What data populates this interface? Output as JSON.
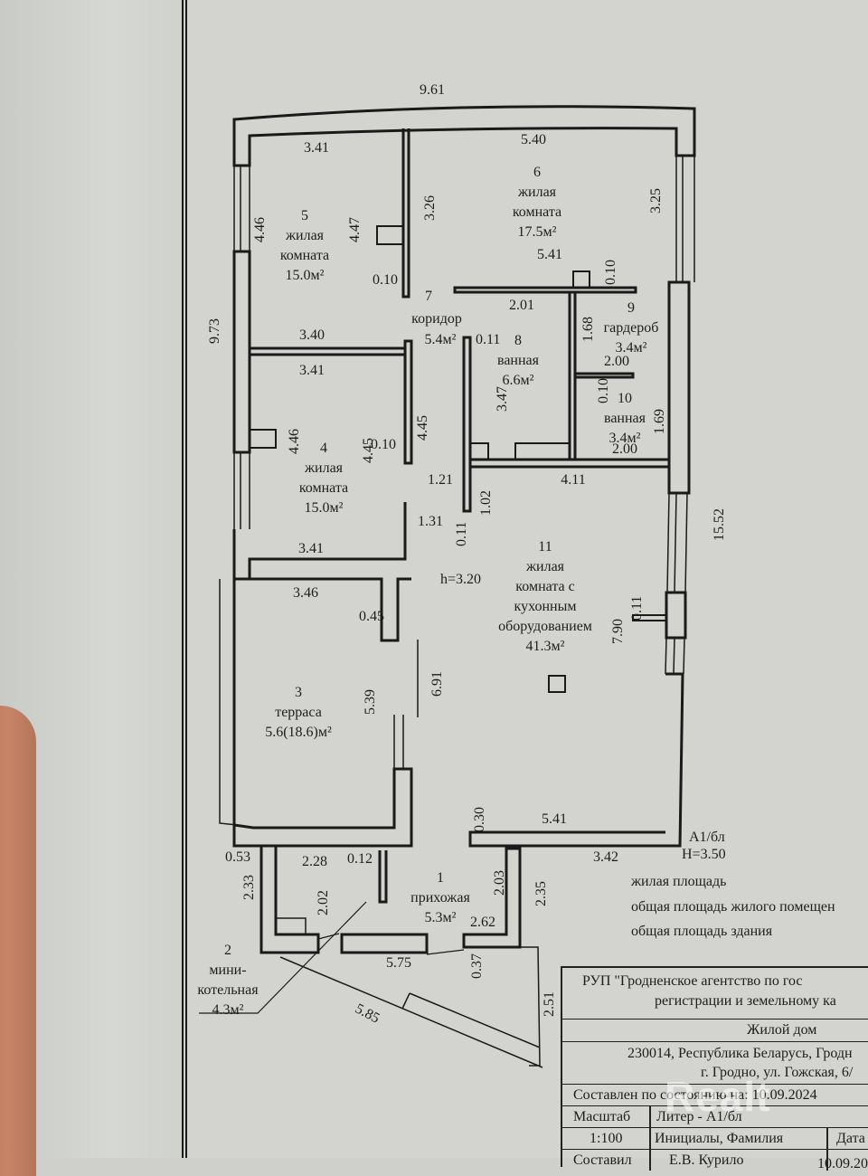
{
  "plan": {
    "overall_dims": {
      "top_width": "9.61",
      "left_height": "9.73",
      "right_height": "15.52"
    },
    "rooms": [
      {
        "number": "1",
        "name": "прихожая",
        "area": "5.3м²"
      },
      {
        "number": "2",
        "name_line1": "мини-",
        "name_line2": "котельная",
        "area": "4.3м²"
      },
      {
        "number": "3",
        "name": "терраса",
        "area": "5.6(18.6)м²"
      },
      {
        "number": "4",
        "name_line1": "жилая",
        "name_line2": "комната",
        "area": "15.0м²"
      },
      {
        "number": "5",
        "name_line1": "жилая",
        "name_line2": "комната",
        "area": "15.0м²"
      },
      {
        "number": "6",
        "name_line1": "жилая",
        "name_line2": "комната",
        "area": "17.5м²"
      },
      {
        "number": "7",
        "name": "коридор",
        "area": "5.4м²"
      },
      {
        "number": "8",
        "name": "ванная",
        "area": "6.6м²"
      },
      {
        "number": "9",
        "name": "гардероб",
        "area": "3.4м²"
      },
      {
        "number": "10",
        "name": "ванная",
        "area": "3.4м²"
      },
      {
        "number": "11",
        "name_line1": "жилая",
        "name_line2": "комната с",
        "name_line3": "кухонным",
        "name_line4": "оборудованием",
        "area": "41.3м²"
      }
    ],
    "dimensions": {
      "r5_top": "3.41",
      "r5_left": "4.46",
      "r5_right": "4.47",
      "r5_wall": "0.10",
      "r6_top": "5.40",
      "r6_left": "3.26",
      "r6_right": "3.25",
      "r6_bottom": "5.41",
      "r6_wall": "0.10",
      "r7_a": "2.01",
      "r7_wall": "0.11",
      "r7_b": "1.21",
      "r7_c": "1.31",
      "r7_d": "1.02",
      "r7_e": "0.11",
      "r8_height": "3.47",
      "r9_side": "1.68",
      "r9_bottom": "2.00",
      "r10_wall": "0.10",
      "r10_side": "1.69",
      "r10_bottom": "2.00",
      "r4_top_out": "3.40",
      "r4_top": "3.41",
      "r4_left": "4.46",
      "r4_right": "4.45",
      "r4_right2": "4.45",
      "r4_wall": "0.10",
      "r4_bottom": "3.41",
      "r11_top": "4.11",
      "r11_height_note": "h=3.20",
      "r11_right": "7.90",
      "r11_wall": "0.11",
      "r11_bottom": "5.41",
      "r11_left": "6.91",
      "r11_wall2": "0.30",
      "r3_top": "3.46",
      "r3_wall": "0.45",
      "r3_right": "5.39",
      "r1_left": "2.28",
      "r1_wall": "0.12",
      "r1_right": "2.03",
      "r1_bottom": "2.62",
      "r1_door": "0.37",
      "r2_left": "2.33",
      "r2_wall": "0.53",
      "r2_right": "2.02",
      "ext_bottom": "5.75",
      "ext_right": "2.35",
      "ext_bottom2": "3.42",
      "porch_diag": "5.85",
      "porch_side": "2.51"
    },
    "liter": "А1/бл",
    "height": "H=3.50"
  },
  "legend": {
    "line1": "жилая площадь",
    "line2": "общая площадь жилого помещен",
    "line3": "общая площадь здания"
  },
  "stamp": {
    "org_line1": "РУП \"Гродненское агентство по гос",
    "org_line2": "регистрации  и земельному ка",
    "object": "Жилой дом",
    "address_line1": "230014, Республика Беларусь, Гродн",
    "address_line2": "г. Гродно, ул. Гожская, 6/",
    "state_label": "Составлен по состоянию на: 10.09.2024",
    "scale_label": "Масштаб",
    "scale_value": "1:100",
    "liter_label": "Литер - А1/бл",
    "initials_label": "Инициалы, Фамилия",
    "date_label": "Дата",
    "compiled_label": "Составил",
    "compiled_name": "Е.В. Курило",
    "compiled_date": "10.09.20"
  },
  "watermark": "Realt"
}
